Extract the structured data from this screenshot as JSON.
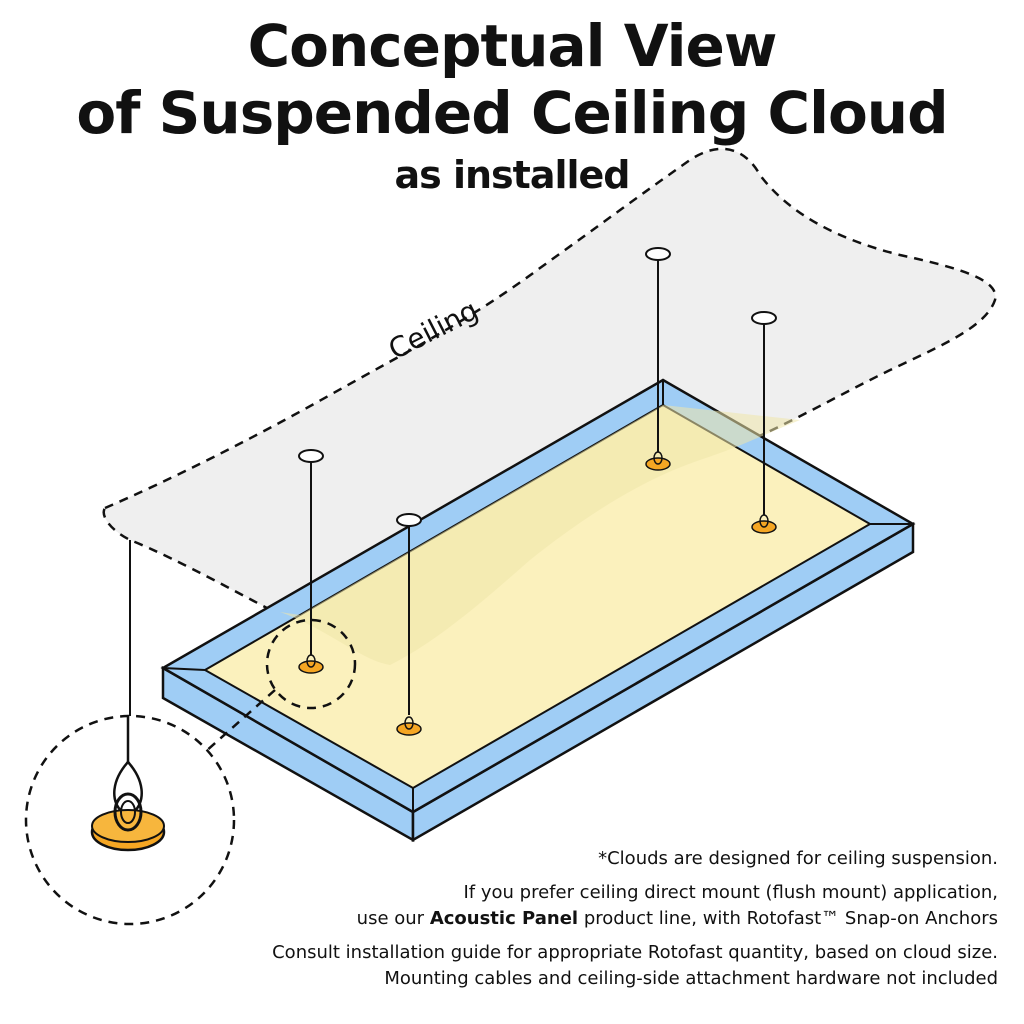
{
  "title": {
    "line1": "Conceptual View",
    "line2": "of Suspended Ceiling Cloud",
    "line3": "as installed"
  },
  "ceiling_label": "Ceiling",
  "notes": {
    "line1": "*Clouds are designed for ceiling suspension.",
    "line2": "If you prefer ceiling direct mount (flush mount) application,",
    "line3_before": "use our",
    "line3_bold": "Acoustic Panel",
    "line3_after": "product line, with Rotofast™ Snap-on Anchors",
    "line4": "Consult installation guide for appropriate Rotofast quantity, based on cloud size.",
    "line5": "Mounting cables and ceiling-side attachment hardware not included"
  },
  "colors": {
    "frame_blue": "#9fcdf5",
    "panel_yellow": "#fbf1bd",
    "anchor_orange": "#f5a623",
    "ceiling_gray": "#efefef"
  }
}
